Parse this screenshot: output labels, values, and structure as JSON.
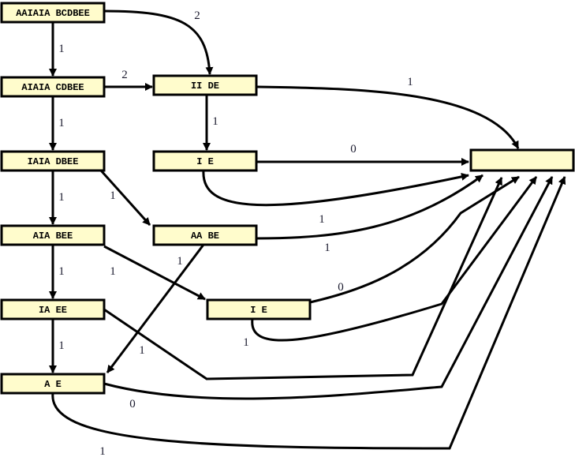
{
  "diagram": {
    "type": "directed-graph",
    "colors": {
      "node_fill": "#fffccc",
      "stroke": "#000000",
      "label": "#000000",
      "edge_label": "#1a1a2e"
    },
    "nodes": [
      {
        "id": "n1",
        "label": "AAIAIA BCDBEE"
      },
      {
        "id": "n2",
        "label": "AIAIA CDBEE"
      },
      {
        "id": "n3",
        "label": "II DE"
      },
      {
        "id": "n4",
        "label": "IAIA DBEE"
      },
      {
        "id": "n5",
        "label": "I E"
      },
      {
        "id": "n6",
        "label": "AIA BEE"
      },
      {
        "id": "n7",
        "label": "AA BE"
      },
      {
        "id": "n8",
        "label": "IA EE"
      },
      {
        "id": "n9",
        "label": "I E"
      },
      {
        "id": "n10",
        "label": "A E"
      },
      {
        "id": "target",
        "label": ""
      }
    ],
    "edges": [
      {
        "from": "n1",
        "to": "n2",
        "label": "1"
      },
      {
        "from": "n1",
        "to": "n3",
        "label": "2"
      },
      {
        "from": "n2",
        "to": "n3",
        "label": "2"
      },
      {
        "from": "n2",
        "to": "n4",
        "label": "1"
      },
      {
        "from": "n3",
        "to": "n5",
        "label": "1"
      },
      {
        "from": "n3",
        "to": "target",
        "label": "1"
      },
      {
        "from": "n4",
        "to": "n6",
        "label": "1"
      },
      {
        "from": "n4",
        "to": "n7",
        "label": "1"
      },
      {
        "from": "n5",
        "to": "target",
        "label": "0"
      },
      {
        "from": "n5",
        "to": "target",
        "label": "1"
      },
      {
        "from": "n6",
        "to": "n8",
        "label": "1"
      },
      {
        "from": "n6",
        "to": "n9",
        "label": "1"
      },
      {
        "from": "n7",
        "to": "target",
        "label": "1"
      },
      {
        "from": "n7",
        "to": "n10",
        "label": "1"
      },
      {
        "from": "n8",
        "to": "n10",
        "label": "1"
      },
      {
        "from": "n8",
        "to": "target",
        "label": "1"
      },
      {
        "from": "n9",
        "to": "target",
        "label": "0"
      },
      {
        "from": "n9",
        "to": "target",
        "label": "1"
      },
      {
        "from": "n10",
        "to": "target",
        "label": "0"
      },
      {
        "from": "n10",
        "to": "target",
        "label": "1"
      }
    ]
  }
}
